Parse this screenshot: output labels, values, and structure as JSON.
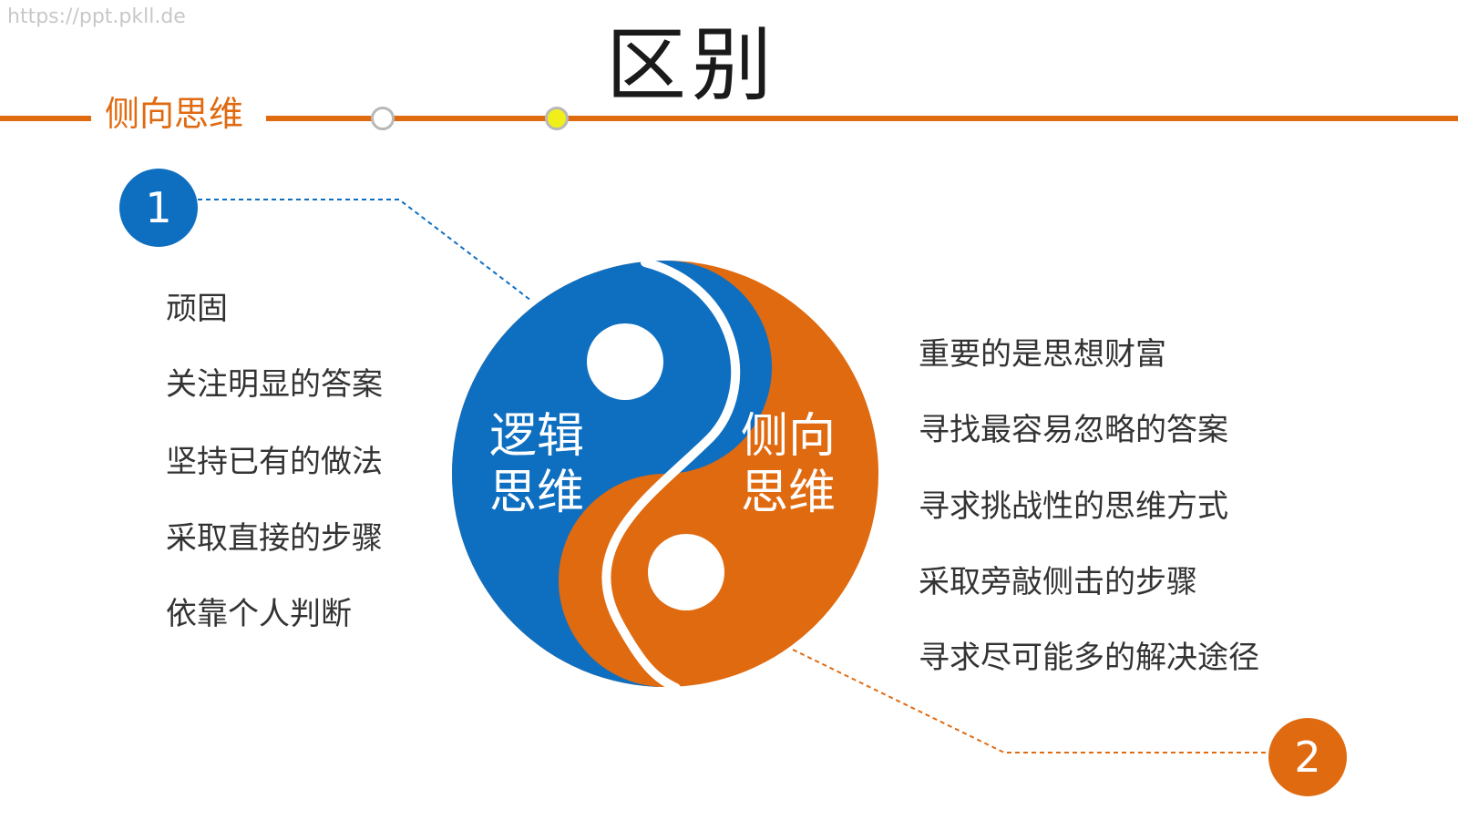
{
  "watermark": "https://ppt.pkll.de",
  "title": "区别",
  "section_label": "侧向思维",
  "badges": {
    "one": "1",
    "two": "2"
  },
  "yinyang": {
    "left_line1": "逻辑",
    "left_line2": "思维",
    "right_line1": "侧向",
    "right_line2": "思维"
  },
  "left_items": [
    "顽固",
    "关注明显的答案",
    "坚持已有的做法",
    "采取直接的步骤",
    "依靠个人判断"
  ],
  "right_items": [
    "重要的是思想财富",
    "寻找最容易忽略的答案",
    "寻求挑战性的思维方式",
    "采取旁敲侧击的步骤",
    "寻求尽可能多的解决途径"
  ],
  "colors": {
    "accent_orange": "#e06a10",
    "accent_blue": "#0e6fc1",
    "dot_yellow": "#f1ef1a",
    "text": "#333333"
  }
}
